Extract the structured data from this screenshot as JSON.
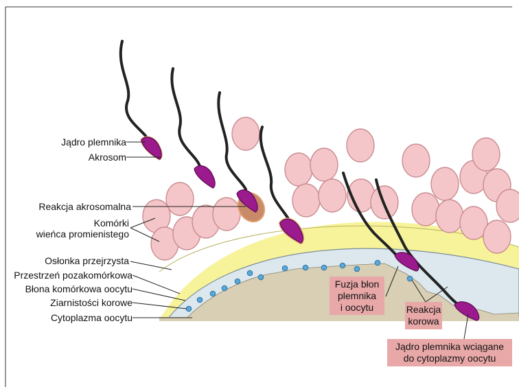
{
  "labels": {
    "sperm_nucleus": "Jądro plemnika",
    "acrosome": "Akrosom",
    "acrosome_reaction": "Reakcja akrosomalna",
    "corona_cells_1": "Komórki",
    "corona_cells_2": "wieńca promienistego",
    "zona_pellucida": "Osłonka przejrzysta",
    "perivitelline_space": "Przestrzeń pozakomórkowa",
    "oocyte_membrane": "Błona komórkowa oocytu",
    "cortical_granules": "Ziarnistości korowe",
    "oocyte_cytoplasm": "Cytoplazma oocytu"
  },
  "boxes": {
    "membrane_fusion": [
      "Fuzja błon",
      "plemnika",
      "i oocytu"
    ],
    "cortical_reaction": [
      "Reakcja",
      "korowa"
    ],
    "nucleus_drawn_in": [
      "Jądro plemnika wciągane",
      "do cytoplazmy oocytu"
    ]
  },
  "colors": {
    "cell_fill": "#f4c6c9",
    "cell_stroke": "#c98b90",
    "zona": "#f7f39a",
    "perivitelline": "#dce8ee",
    "cytoplasm": "#d8cfb4",
    "granule": "#5aa8d9",
    "sperm_head": "#9b1a8e",
    "acrosome_cap": "#e0a070",
    "box": "#e8a8a8"
  }
}
